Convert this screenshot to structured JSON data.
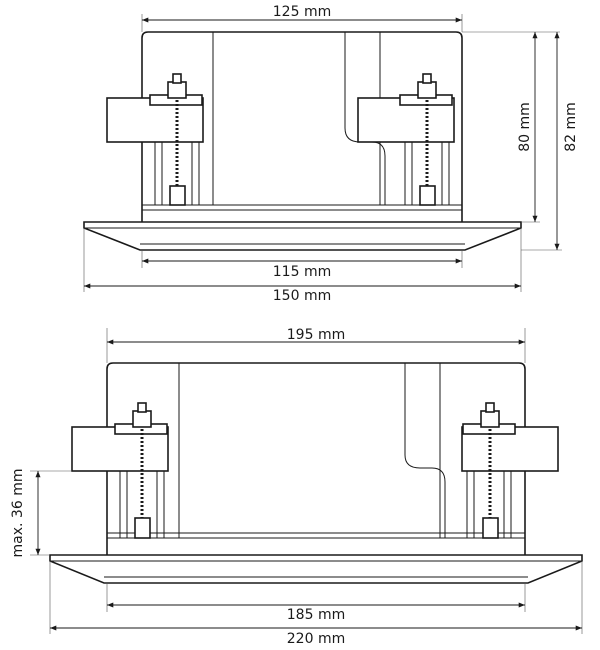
{
  "top_view": {
    "dim_top": "125 mm",
    "dim_height_inner": "80 mm",
    "dim_height_outer": "82 mm",
    "dim_bottom_inner": "115 mm",
    "dim_bottom_outer": "150 mm"
  },
  "bottom_view": {
    "dim_top": "195 mm",
    "dim_max_depth": "max. 36 mm",
    "dim_bottom_inner": "185 mm",
    "dim_bottom_outer": "220 mm"
  }
}
